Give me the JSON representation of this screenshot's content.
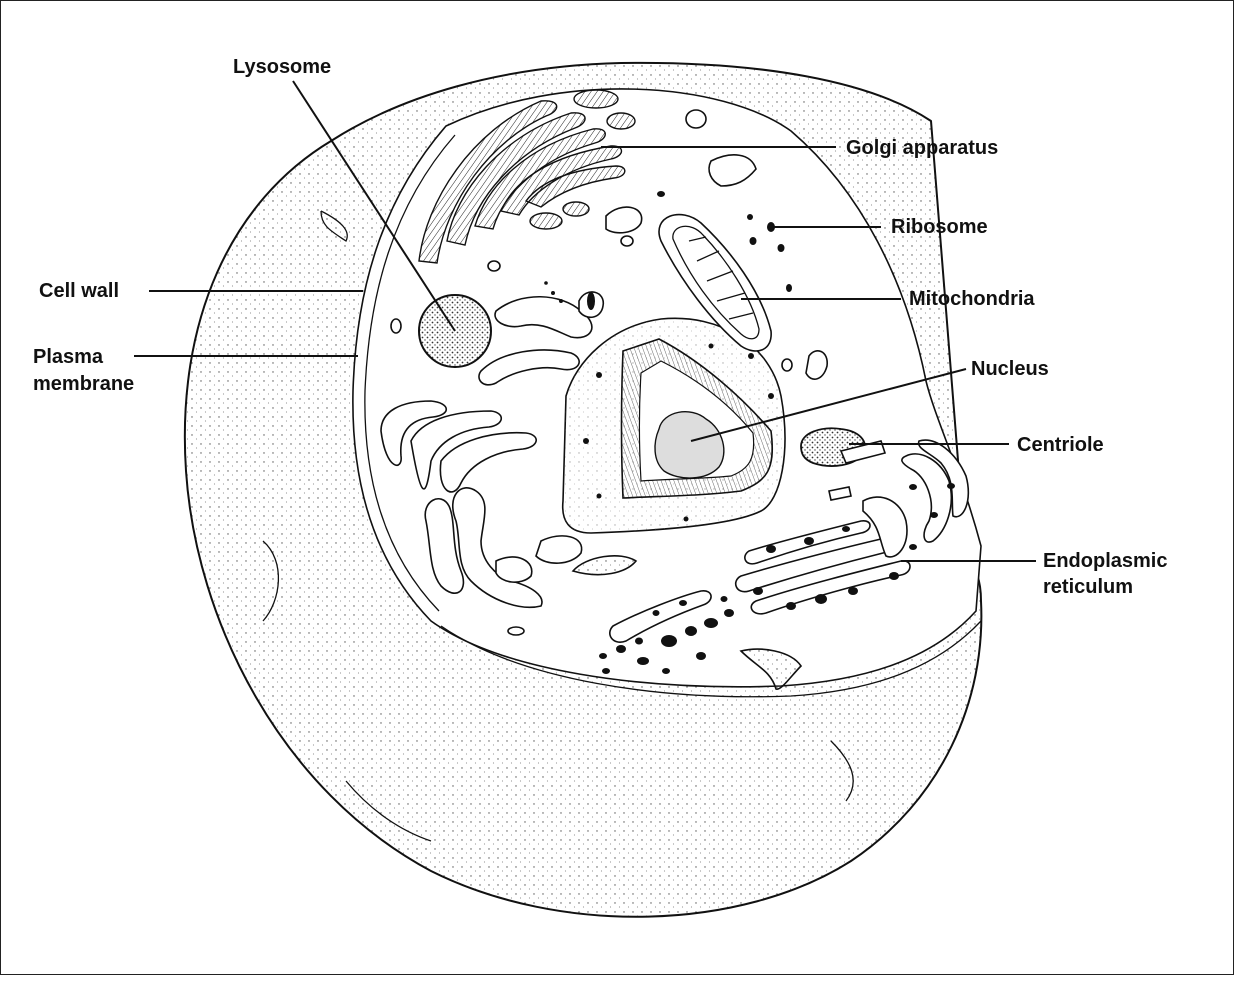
{
  "labels": {
    "lysosome": "Lysosome",
    "golgi": "Golgi apparatus",
    "ribosome": "Ribosome",
    "cell_wall": "Cell wall",
    "mitochondria": "Mitochondria",
    "plasma_1": "Plasma",
    "plasma_2": "membrane",
    "nucleus": "Nucleus",
    "centriole": "Centriole",
    "er_1": "Endoplasmic",
    "er_2": "reticulum"
  }
}
